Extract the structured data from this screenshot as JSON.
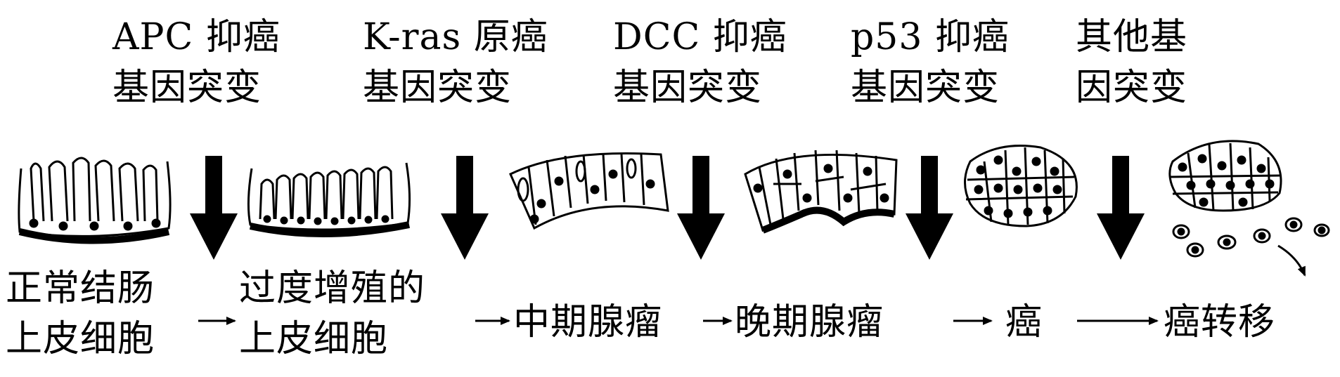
{
  "mutations": [
    {
      "line1": "APC 抑癌",
      "line2": "基因突变"
    },
    {
      "line1": "K-ras 原癌",
      "line2": "基因突变"
    },
    {
      "line1": "DCC 抑癌",
      "line2": "基因突变"
    },
    {
      "line1": "p53 抑癌",
      "line2": "基因突变"
    },
    {
      "line1": "其他基",
      "line2": "因突变"
    }
  ],
  "stages": [
    {
      "line1": "正常结肠",
      "line2": "上皮细胞"
    },
    {
      "line1": "过度增殖的",
      "line2": "上皮细胞"
    },
    {
      "line1": "中期腺瘤"
    },
    {
      "line1": "晚期腺瘤"
    },
    {
      "line1": "癌"
    },
    {
      "line1": "癌转移"
    }
  ]
}
